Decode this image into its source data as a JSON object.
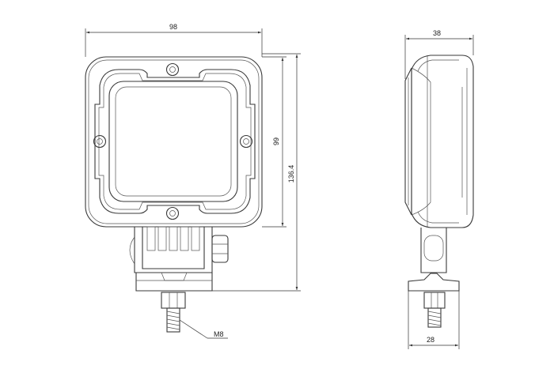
{
  "dimensions": {
    "front_width": "98",
    "front_height": "99",
    "total_height": "136.4",
    "side_depth": "38",
    "bracket_width": "28",
    "thread": "M8"
  }
}
